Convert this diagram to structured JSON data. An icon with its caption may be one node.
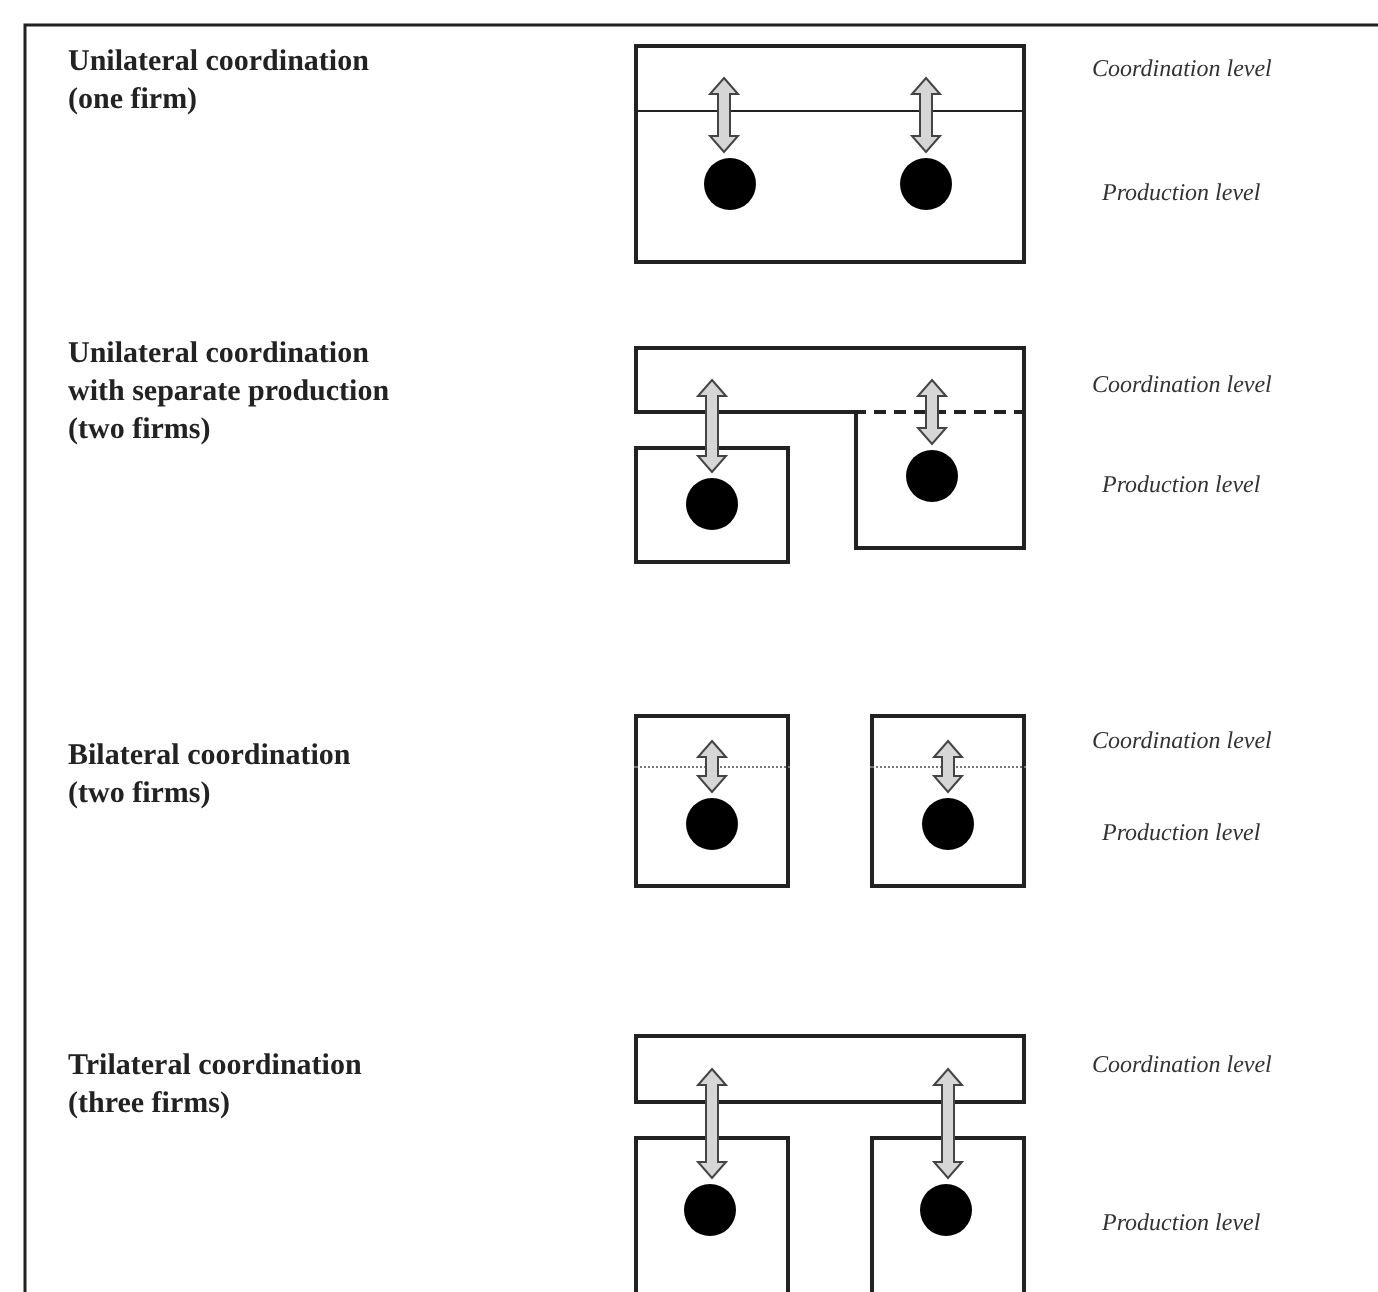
{
  "diagram": {
    "nodes": [
      {
        "text": [],
        "shape": "box"
      },
      {
        "text": [],
        "shape": "box",
        "in": 0
      },
      {
        "text": [],
        "shape": "circle",
        "in": 0
      },
      {
        "text": [],
        "shape": "circle",
        "in": 0
      },
      {
        "text": [],
        "shape": "box"
      },
      {
        "text": [],
        "shape": "box"
      },
      {
        "text": [],
        "shape": "circle",
        "in": 5
      },
      {
        "text": [],
        "shape": "box"
      },
      {
        "text": [],
        "shape": "circle",
        "in": 7
      },
      {
        "text": [],
        "shape": "box"
      },
      {
        "text": [],
        "shape": "box",
        "in": 9
      },
      {
        "text": [],
        "shape": "circle",
        "in": 9
      },
      {
        "text": [],
        "shape": "box"
      },
      {
        "text": [],
        "shape": "box",
        "in": 12
      },
      {
        "text": [],
        "shape": "circle",
        "in": 12
      },
      {
        "text": [],
        "shape": "box"
      },
      {
        "text": [],
        "shape": "box"
      },
      {
        "text": [],
        "shape": "circle",
        "in": 16
      },
      {
        "text": [],
        "shape": "box"
      },
      {
        "text": [],
        "shape": "circle",
        "in": 18
      }
    ],
    "edges": [
      {
        "from": 1,
        "to": 2,
        "arrow": "both"
      },
      {
        "from": 1,
        "to": 3,
        "arrow": "both"
      },
      {
        "from": 4,
        "to": 6,
        "arrow": "both"
      },
      {
        "from": 4,
        "to": 8,
        "arrow": "both"
      },
      {
        "from": 10,
        "to": 11,
        "arrow": "both"
      },
      {
        "from": 13,
        "to": 14,
        "arrow": "both"
      },
      {
        "from": 15,
        "to": 17,
        "arrow": "both"
      },
      {
        "from": 15,
        "to": 19,
        "arrow": "both"
      }
    ],
    "labels": [
      "Unilateral coordination (one firm)",
      "Coordination level",
      "Production level",
      "Unilateral coordination with separate production (two firms)",
      "Coordination level",
      "Production level",
      "Bilateral coordination (two firms)",
      "Coordination level",
      "Production level",
      "Trilateral coordination (three firms)",
      "Coordination level",
      "Production level"
    ]
  }
}
